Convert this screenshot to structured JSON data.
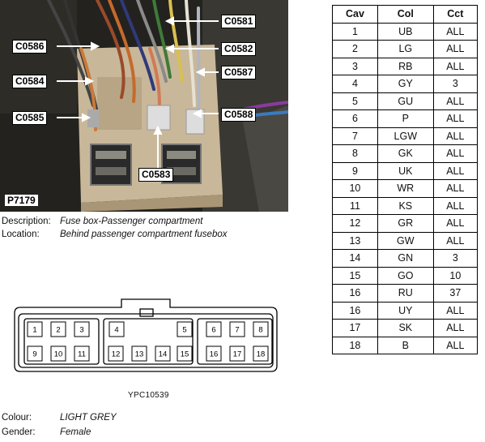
{
  "photo": {
    "id_label": "P7179",
    "connectors": {
      "c0581": "C0581",
      "c0582": "C0582",
      "c0583": "C0583",
      "c0584": "C0584",
      "c0585": "C0585",
      "c0586": "C0586",
      "c0587": "C0587",
      "c0588": "C0588"
    }
  },
  "info": {
    "description_key": "Description:",
    "description_value": "Fuse box-Passenger compartment",
    "location_key": "Location:",
    "location_value": "Behind passenger compartment fusebox",
    "colour_key": "Colour:",
    "colour_value": "LIGHT GREY",
    "gender_key": "Gender:",
    "gender_value": "Female"
  },
  "diagram": {
    "id_label": "YPC10539",
    "top_pins": [
      "1",
      "2",
      "3",
      "4",
      "5",
      "6",
      "7",
      "8"
    ],
    "bottom_pins": [
      "9",
      "10",
      "11",
      "12",
      "13",
      "14",
      "15",
      "16",
      "17",
      "18"
    ]
  },
  "table": {
    "headers": [
      "Cav",
      "Col",
      "Cct"
    ],
    "rows": [
      [
        "1",
        "UB",
        "ALL"
      ],
      [
        "2",
        "LG",
        "ALL"
      ],
      [
        "3",
        "RB",
        "ALL"
      ],
      [
        "4",
        "GY",
        "3"
      ],
      [
        "5",
        "GU",
        "ALL"
      ],
      [
        "6",
        "P",
        "ALL"
      ],
      [
        "7",
        "LGW",
        "ALL"
      ],
      [
        "8",
        "GK",
        "ALL"
      ],
      [
        "9",
        "UK",
        "ALL"
      ],
      [
        "10",
        "WR",
        "ALL"
      ],
      [
        "11",
        "KS",
        "ALL"
      ],
      [
        "12",
        "GR",
        "ALL"
      ],
      [
        "13",
        "GW",
        "ALL"
      ],
      [
        "14",
        "GN",
        "3"
      ],
      [
        "15",
        "GO",
        "10"
      ],
      [
        "16",
        "RU",
        "37"
      ],
      [
        "16",
        "UY",
        "ALL"
      ],
      [
        "17",
        "SK",
        "ALL"
      ],
      [
        "18",
        "B",
        "ALL"
      ]
    ]
  }
}
